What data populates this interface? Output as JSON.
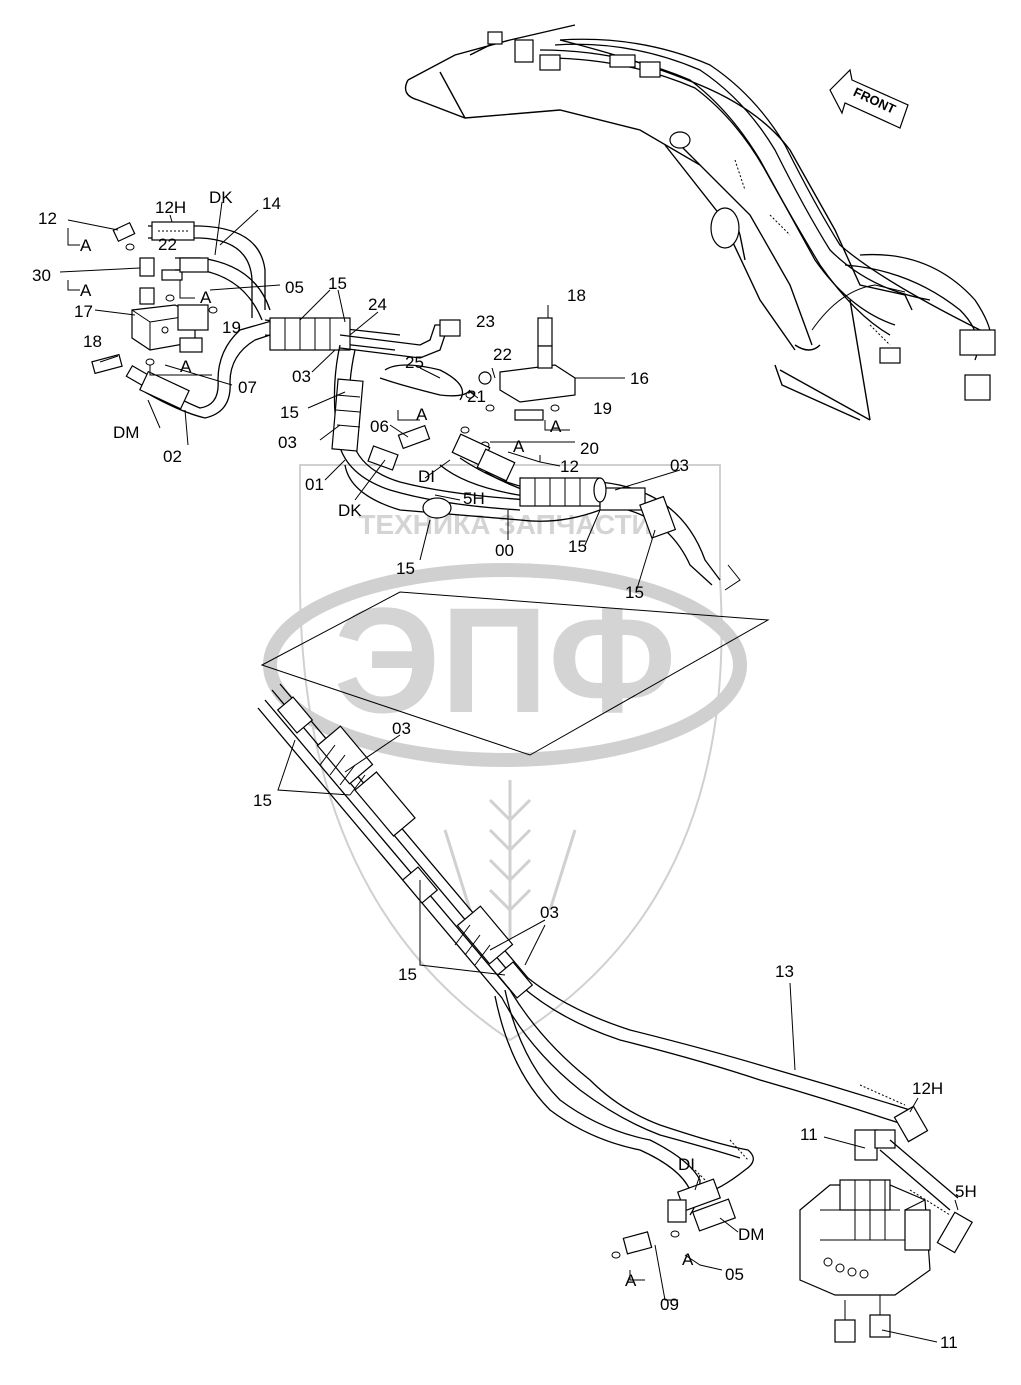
{
  "diagram": {
    "front_label": "FRONT",
    "watermark": {
      "logo_text": "ЭПФ",
      "top_text": "ТЕХНИКА  ЗАПЧАСТИ"
    },
    "callouts": {
      "c12a": "12",
      "c12h_top": "12H",
      "cdk_top": "DK",
      "c14": "14",
      "ca1": "A",
      "c22a": "22",
      "c30": "30",
      "ca2": "A",
      "ca3": "A",
      "c05a": "05",
      "c15a": "15",
      "c17": "17",
      "c19a": "19",
      "c24": "24",
      "c18a": "18",
      "c23": "23",
      "c18b": "18",
      "ca4": "A",
      "c07": "07",
      "c03a": "03",
      "c25": "25",
      "c22b": "22",
      "c16": "16",
      "cdm_top": "DM",
      "c15b": "15",
      "c21": "21",
      "c19b": "19",
      "c02": "02",
      "c06": "06",
      "ca5": "A",
      "ca6": "A",
      "ca7": "A",
      "c20": "20",
      "c03b": "03",
      "c12b": "12",
      "c01": "01",
      "cdi_top": "DI",
      "c5h_top": "5H",
      "c03c": "03",
      "cdk_mid": "DK",
      "c00": "00",
      "c15c": "15",
      "c15d": "15",
      "c15e": "15",
      "c03d": "03",
      "c15f": "15",
      "c03e": "03",
      "c15g": "15",
      "c13": "13",
      "c12h_bot": "12H",
      "c11a": "11",
      "cdi_bot": "DI",
      "c5h_bot": "5H",
      "cdm_bot": "DM",
      "ca8": "A",
      "c05b": "05",
      "ca9": "A",
      "c09": "09",
      "c11b": "11"
    }
  }
}
